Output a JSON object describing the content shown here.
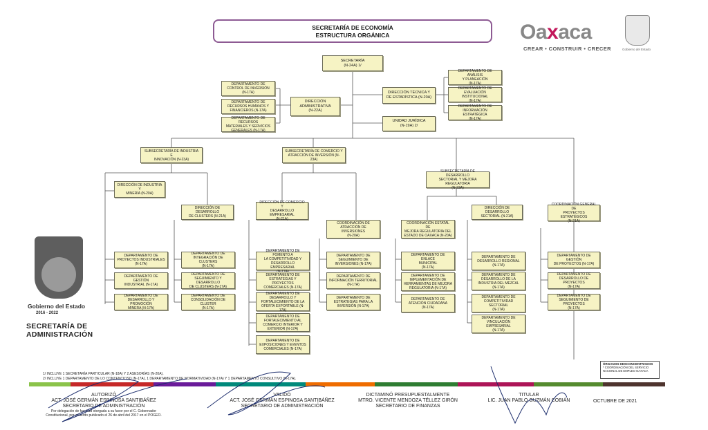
{
  "header": {
    "title_line1": "SECRETARÍA DE ECONOMÍA",
    "title_line2": "ESTRUCTURA ORGÁNICA"
  },
  "logo": {
    "wordmark_a": "Oa",
    "wordmark_x": "x",
    "wordmark_b": "aca",
    "tagline": "CREAR • CONSTRUIR • CRECER",
    "seal_caption": "Gobierno del Estado",
    "brand_color": "#c2185b"
  },
  "left_panel": {
    "gobierno": "Gobierno del Estado",
    "years": "2016 - 2022",
    "secretaria_line1": "SECRETARÍA DE",
    "secretaria_line2": "ADMINISTRACIÓN"
  },
  "org": {
    "secretaria": [
      "SECRETARÍA",
      "(N-24A) 1/"
    ],
    "dir_admin": [
      "DIRECCIÓN",
      "ADMINISTRATIVA",
      "(N-22A)"
    ],
    "admin_deps": [
      [
        "DEPARTAMENTO DE",
        "CONTROL DE INVERSIÓN",
        "(N-17A)"
      ],
      [
        "DEPARTAMENTO DE",
        "RECURSOS HUMANOS Y",
        "FINANCIEROS (N-17A)"
      ],
      [
        "DEPARTAMENTO DE RECURSOS",
        "MATERIALES Y SERVICIOS",
        "GENERALES (N-17A)"
      ]
    ],
    "dir_tecnica": [
      "DIRECCIÓN TÉCNICA Y",
      "DE ESTADÍSTICA (N-20A)"
    ],
    "tecnica_deps": [
      [
        "DEPARTAMENTO DE ANÁLISIS",
        "Y PLANEACIÓN",
        "(N-17A)"
      ],
      [
        "DEPARTAMENTO DE",
        "EVALUACIÓN INSTITUCIONAL",
        "(N-17A)"
      ],
      [
        "DEPARTAMENTO DE",
        "INFORMACIÓN ESTRATÉGICA",
        "(N-17A)"
      ]
    ],
    "unidad_juridica": [
      "UNIDAD JURÍDICA",
      "(N-19A) 2/"
    ],
    "sub_industria": [
      "SUBSECRETARÍA DE INDUSTRIA E",
      "INNOVACIÓN (N-23A)"
    ],
    "sub_comercio": [
      "SUBSECRETARÍA DE COMERCIO Y",
      "ATRACCIÓN DE INVERSIÓN (N-23A)"
    ],
    "sub_desarrollo": [
      "SUBSECRETARÍA DE DESARROLLO",
      "SECTORIAL Y MEJORA REGULATORIA",
      "(N-23A)"
    ],
    "dir_industria": [
      "DIRECCIÓN DE INDUSTRIA Y",
      "MINERÍA (N-20A)"
    ],
    "dir_clusters": [
      "DIRECCIÓN DE DESARROLLO",
      "DE CLUSTERS (N-21A)"
    ],
    "dir_comercio": [
      "DIRECCIÓN DE COMERCIO Y",
      "DESARROLLO EMPRESARIAL",
      "(N-21A)"
    ],
    "coord_atraccion": [
      "COORDINACIÓN DE",
      "ATRACCIÓN DE INVERSIONES",
      "(N-20A)"
    ],
    "coord_mejora": [
      "COORDINACIÓN ESTATAL DE",
      "MEJORA REGULATORIA DEL",
      "ESTADO DE OAXACA (N-20A)"
    ],
    "dir_sectorial": [
      "DIRECCIÓN DE DESARROLLO",
      "SECTORIAL (N-21A)"
    ],
    "coord_proyectos": [
      "COORDINACIÓN GENERAL DE",
      "PROYECTOS ESTRATÉGICOS",
      "(N-21A)"
    ],
    "industria_deps": [
      [
        "DEPARTAMENTO DE",
        "PROYECTOS INDUSTRIALES",
        "(N-17A)"
      ],
      [
        "DEPARTAMENTO DE GESTIÓN",
        "INDUSTRIAL (N-17A)"
      ],
      [
        "DEPARTAMENTO DE",
        "DESARROLLO Y PROMOCIÓN",
        "MINERA (N-17A)"
      ]
    ],
    "clusters_deps": [
      [
        "DEPARTAMENTO DE",
        "INTEGRACIÓN DE CLUSTERS",
        "(N-17A)"
      ],
      [
        "DEPARTAMENTO DE",
        "SEGUIMIENTO Y DESARROLLO",
        "DE CLUSTERS (N-17A)"
      ],
      [
        "DEPARTAMENTO DE",
        "CONSOLIDACIÓN DE CLUSTER",
        "(N-17A)"
      ]
    ],
    "comercio_deps": [
      [
        "DEPARTAMENTO DE FOMENTO A",
        "LA COMPETITIVIDAD Y",
        "DESARROLLO EMPRESARIAL",
        "(N-17A)"
      ],
      [
        "DEPARTAMENTO DE",
        "ESTRATEGIAS Y PROYECTOS",
        "COMERCIALES (N-17A)"
      ],
      [
        "DEPARTAMENTO DE",
        "DESARROLLO Y",
        "FORTALECIMIENTO DE LA",
        "OFERTA EXPORTABLE (N-17A)"
      ],
      [
        "DEPARTAMENTO DE",
        "FORTALECIMIENTO AL",
        "COMERCIO INTERIOR Y",
        "EXTERIOR (N-17A)"
      ],
      [
        "DEPARTAMENTO DE",
        "EXPOSICIONES Y EVENTOS",
        "COMERCIALES (N-17A)"
      ]
    ],
    "atraccion_deps": [
      [
        "DEPARTAMENTO DE",
        "SEGUIMIENTO DE",
        "INVERSIONES (N-17A)"
      ],
      [
        "DEPARTAMENTO DE",
        "INFORMACIÓN TERRITORIAL",
        "(N-17A)"
      ],
      [
        "DEPARTAMENTO DE",
        "ESTRATEGIAS PARA LA",
        "INVERSIÓN (N-17A)"
      ]
    ],
    "mejora_deps": [
      [
        "DEPARTAMENTO DE ENLACE",
        "MUNICIPAL",
        "(N-17A)"
      ],
      [
        "DEPARTAMENTO DE",
        "IMPLEMENTACIÓN DE",
        "HERRAMIENTAS DE MEJORA",
        "REGULATORIA (N-17A)"
      ],
      [
        "DEPARTAMENTO DE",
        "ATENCIÓN CIUDADANA",
        "(N-17A)"
      ]
    ],
    "sectorial_deps": [
      [
        "DEPARTAMENTO DE",
        "DESARROLLO REGIONAL",
        "(N-17A)"
      ],
      [
        "DEPARTAMENTO DE",
        "DESARROLLO DE LA",
        "INDUSTRIA DEL MEZCAL",
        "(N-17A)"
      ],
      [
        "DEPARTAMENTO DE",
        "COMPETITIVIDAD SECTORIAL",
        "(N-17A)"
      ],
      [
        "DEPARTAMENTO DE",
        "VINCULACIÓN EMPRESARIAL",
        "(N-17A)"
      ]
    ],
    "proyectos_deps": [
      [
        "DEPARTAMENTO DE GESTIÓN",
        "DE PROYECTOS (N-17A)"
      ],
      [
        "DEPARTAMENTO DE",
        "DESARROLLO DE PROYECTOS",
        "(N-17A)"
      ],
      [
        "DEPARTAMENTO DE",
        "SEGUIMIENTO DE PROYECTOS",
        "(N-17A)"
      ]
    ],
    "organos_title": "ÓRGANOS DESCONCENTRADOS",
    "organos_item": "* COORDINACIÓN DEL SERVICIO NACIONAL DE EMPLEO OAXACA"
  },
  "notes": {
    "n1": "1/ INCLUYE 1 SECRETARÍA PARTICULAR (N-18A) Y 2 ASESORÍAS (N-20A).",
    "n2": "2/ INCLUYE 1 DEPARTAMENTO DE LO CONTENCIOSO (N-17A), 1 DEPARTAMENTO DE NORMATIVIDAD (N-17A) Y 1 DEPARTAMENTO CONSULTIVO (N-17A)."
  },
  "signatures": {
    "autorizo_label": "AUTORIZÓ",
    "autorizo_name": "ACT. JOSÉ GERMÁN ESPINOSA SANTIBÁÑEZ",
    "autorizo_role": "SECRETARIO DE ADMINISTRACIÓN",
    "autorizo_note1": "Por delegación de facultad otorgada a su favor por el C. Gobernador",
    "autorizo_note2": "Constitucional, por acuerdo publicado el 26 de abril del 2017 en el POGEO.",
    "valido_label": "VALIDÓ",
    "valido_name": "ACT. JOSÉ GERMÁN ESPINOSA SANTIBÁÑEZ",
    "valido_role": "SECRETARIO DE ADMINISTRACIÓN",
    "dictamino_label": "DICTAMINÓ PRESUPUESTALMENTE",
    "dictamino_name": "MTRO. VICENTE MENDOZA TÉLLEZ GIRÓN",
    "dictamino_role": "SECRETARIO DE FINANZAS",
    "titular_label": "TITULAR",
    "titular_name": "LIC. JUAN PABLO GUZMÁN COBIÁN",
    "date": "OCTUBRE DE 2021"
  }
}
